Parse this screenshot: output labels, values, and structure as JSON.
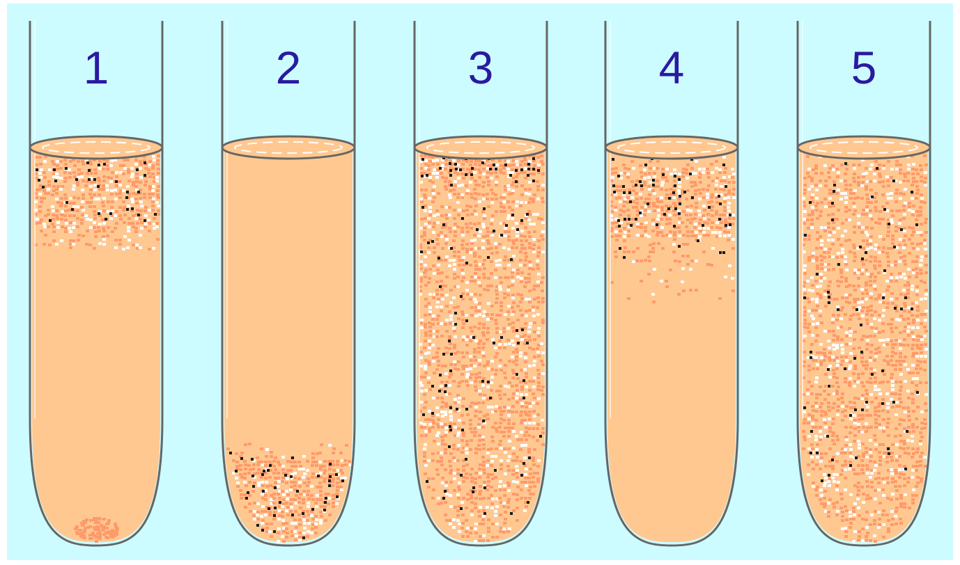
{
  "colors": {
    "background": "#ccfcff",
    "frame": "#ffffff",
    "medium": "#ffc891",
    "growth": "#ff9a6a",
    "cell_dark": "#1a1a1a",
    "cell_light": "#ffffff",
    "glass": "#666666",
    "label": "#2a1aa0"
  },
  "tubes": [
    {
      "label": "1",
      "growth_zone": "top"
    },
    {
      "label": "2",
      "growth_zone": "bottom"
    },
    {
      "label": "3",
      "growth_zone": "throughout-dense-top"
    },
    {
      "label": "4",
      "growth_zone": "below-surface-band"
    },
    {
      "label": "5",
      "growth_zone": "throughout"
    }
  ]
}
